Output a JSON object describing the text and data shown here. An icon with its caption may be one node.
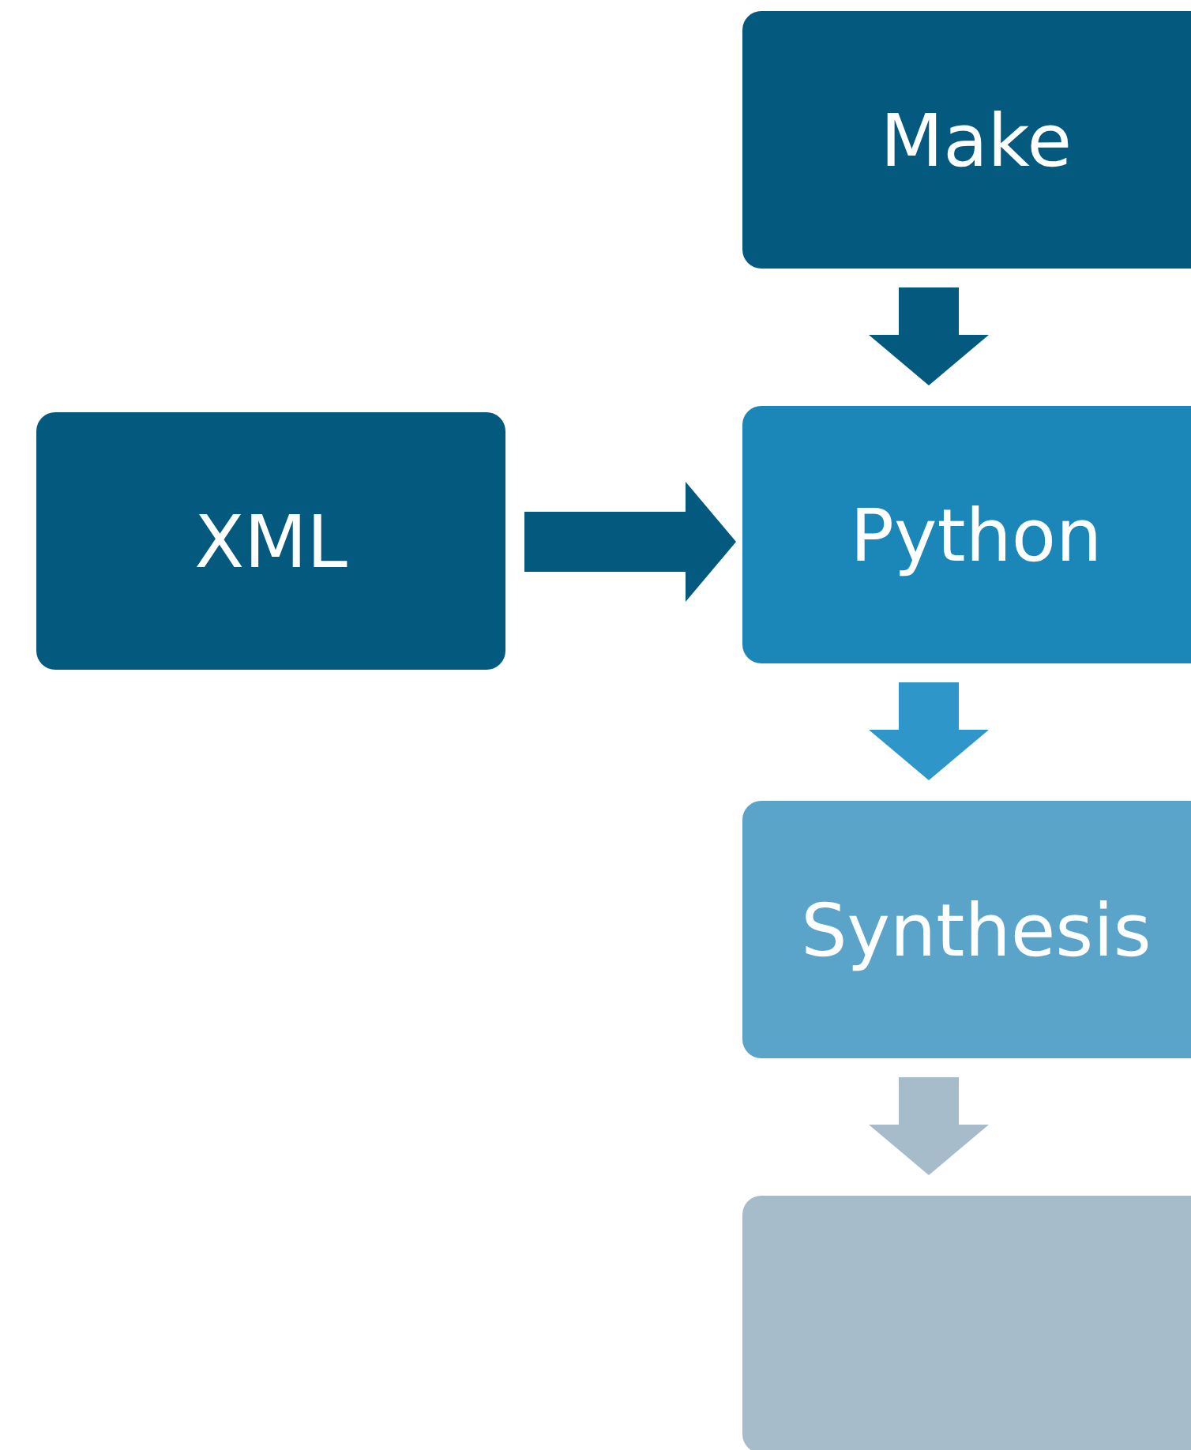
{
  "diagram": {
    "nodes": [
      {
        "text": [
          "Make"
        ]
      },
      {
        "text": [
          "XML"
        ]
      },
      {
        "text": [
          "Python"
        ]
      },
      {
        "text": [
          "Synthesis"
        ]
      },
      {
        "text": [],
        "shape": "box"
      }
    ],
    "edges": [
      {
        "from": 0,
        "to": 2,
        "arrow": "to"
      },
      {
        "from": 1,
        "to": 2,
        "arrow": "to"
      },
      {
        "from": 2,
        "to": 3,
        "arrow": "to",
        "color": "#2e96c8"
      },
      {
        "from": 3,
        "to": 4,
        "arrow": "to",
        "color": "#a6bccb"
      }
    ]
  }
}
